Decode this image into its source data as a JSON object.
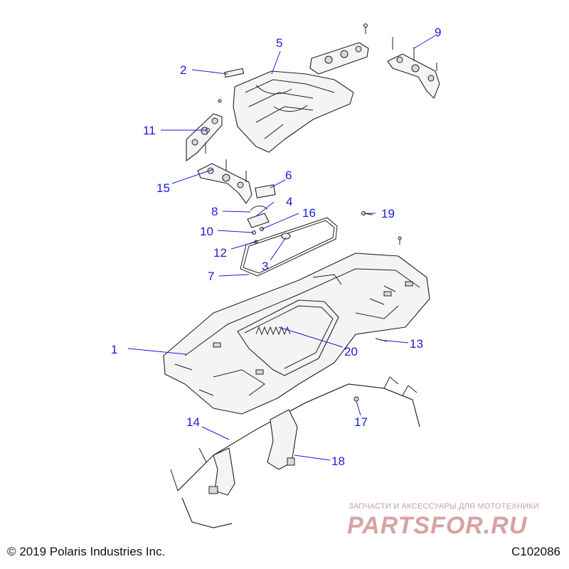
{
  "callouts": [
    {
      "id": "1",
      "label": "1"
    },
    {
      "id": "2",
      "label": "2"
    },
    {
      "id": "3",
      "label": "3"
    },
    {
      "id": "4",
      "label": "4"
    },
    {
      "id": "5",
      "label": "5"
    },
    {
      "id": "6",
      "label": "6"
    },
    {
      "id": "7",
      "label": "7"
    },
    {
      "id": "8",
      "label": "8"
    },
    {
      "id": "9",
      "label": "9"
    },
    {
      "id": "10",
      "label": "10"
    },
    {
      "id": "11",
      "label": "11"
    },
    {
      "id": "12",
      "label": "12"
    },
    {
      "id": "13",
      "label": "13"
    },
    {
      "id": "14",
      "label": "14"
    },
    {
      "id": "15",
      "label": "15"
    },
    {
      "id": "16",
      "label": "16"
    },
    {
      "id": "17",
      "label": "17"
    },
    {
      "id": "18",
      "label": "18"
    },
    {
      "id": "19",
      "label": "19"
    },
    {
      "id": "20",
      "label": "20"
    }
  ],
  "footer": {
    "copyright": "© 2019 Polaris Industries Inc.",
    "figure_code": "C102086"
  },
  "watermark": {
    "subtitle": "ЗАПЧАСТИ И АКСЕССУАРЫ ДЛЯ МОТОТЕХНИКИ",
    "logo_text": "PARTSFOR.RU"
  },
  "colors": {
    "callout": "#1a1adb",
    "line_art": "#222222",
    "watermark": "#d6a3a3"
  }
}
